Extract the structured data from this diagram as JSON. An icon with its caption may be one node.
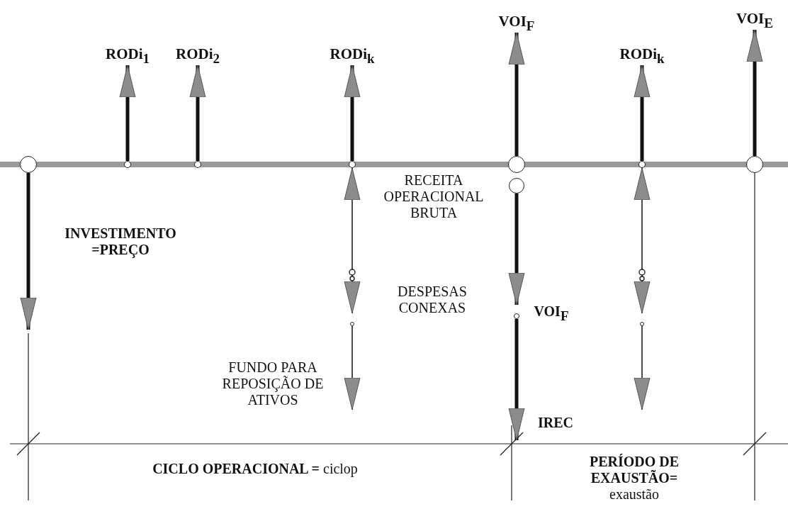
{
  "diagram": {
    "nodes": [
      {
        "text": [
          "RODi$_{1}$"
        ]
      },
      {
        "text": [
          "RODi$_{2}$"
        ]
      },
      {
        "text": [
          "RODi$_{k}$"
        ]
      },
      {
        "text": [
          "VOI$_{F}$"
        ]
      },
      {
        "text": [
          "RODi$_{k}$"
        ]
      },
      {
        "text": [
          "VOI$_{E}$"
        ]
      },
      {
        "text": [],
        "shape": "circle"
      },
      {
        "text": [],
        "shape": "circle"
      },
      {
        "text": [],
        "shape": "circle"
      },
      {
        "text": [],
        "shape": "circle"
      },
      {
        "text": [],
        "shape": "circle"
      },
      {
        "text": [],
        "shape": "circle"
      },
      {
        "text": [],
        "shape": "circle"
      },
      {
        "text": [],
        "shape": "circle"
      },
      {
        "text": [],
        "shape": "circle"
      },
      {
        "text": [],
        "shape": "circle"
      },
      {
        "text": [],
        "shape": "circle"
      }
    ],
    "edges": [
      {
        "from": 6,
        "to": null,
        "arrow": "to"
      },
      {
        "from": 7,
        "to": 0,
        "arrow": "to"
      },
      {
        "from": 8,
        "to": 1,
        "arrow": "to"
      },
      {
        "from": 9,
        "to": 2,
        "arrow": "to"
      },
      {
        "from": 10,
        "to": 3,
        "arrow": "to"
      },
      {
        "from": 11,
        "to": 4,
        "arrow": "to"
      },
      {
        "from": 12,
        "to": 5,
        "arrow": "to"
      },
      {
        "from": 15,
        "to": 9,
        "arrow": "both"
      },
      {
        "from": 16,
        "to": 11,
        "arrow": "both"
      },
      {
        "from": 13,
        "to": 14,
        "arrow": "to"
      },
      {
        "from": 14,
        "to": null,
        "arrow": "to"
      },
      {
        "from": 15,
        "to": null,
        "arrow": "to"
      },
      {
        "from": 16,
        "to": null,
        "arrow": "to"
      }
    ],
    "labels": [
      "**INVESTIMENTO =PREÇO**",
      "RECEITA OPERACIONAL BRUTA",
      "DESPESAS CONEXAS",
      "**VOI$_{F}$**",
      "FUNDO PARA REPOSIÇÃO DE ATIVOS",
      "**IREC**",
      "**CICLO OPERACIONAL =** ciclop",
      "**PERÍODO DE EXAUSTÃO=** exaustão"
    ]
  }
}
